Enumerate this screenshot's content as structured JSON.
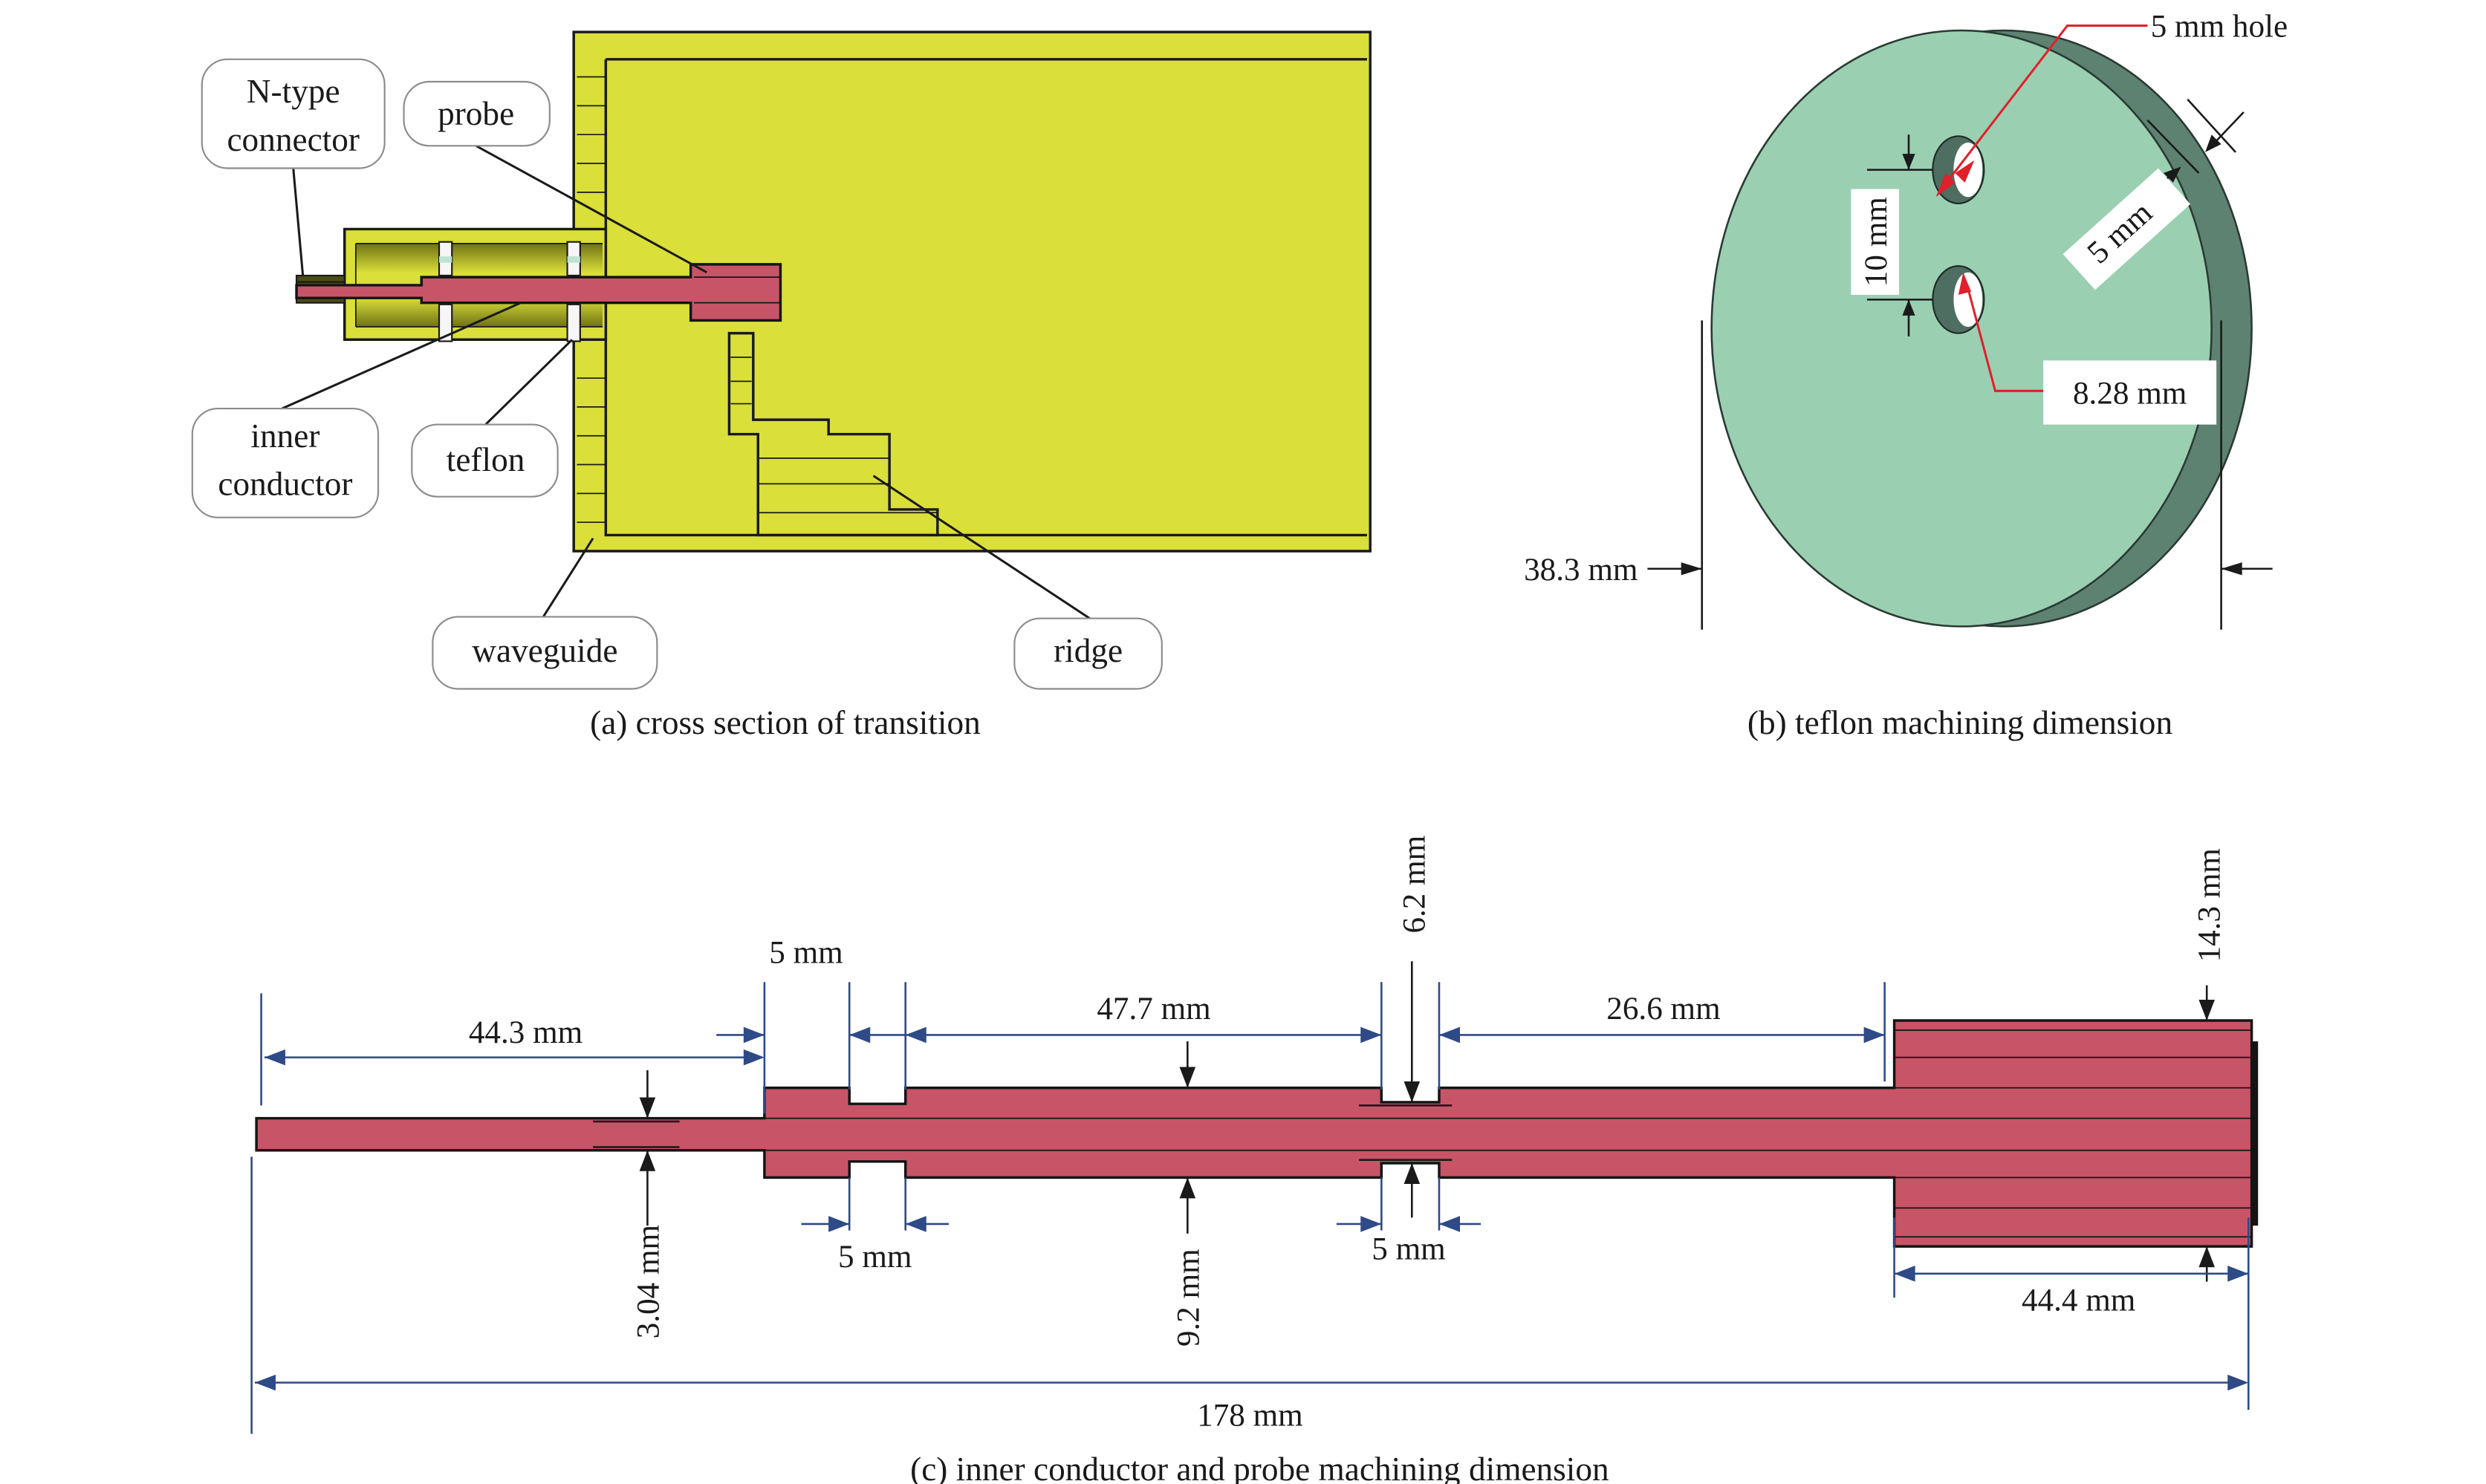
{
  "figure": {
    "panel_a": {
      "caption": "(a) cross section of transition",
      "callouts": {
        "n_type_line1": "N-type",
        "n_type_line2": "connector",
        "probe": "probe",
        "inner_line1": "inner",
        "inner_line2": "conductor",
        "teflon": "teflon",
        "waveguide": "waveguide",
        "ridge": "ridge"
      }
    },
    "panel_b": {
      "caption": "(b) teflon machining dimension",
      "dimensions": {
        "hole": "5 mm hole",
        "spacing": "10 mm",
        "thickness": "5 mm",
        "hole_offset": "8.28 mm",
        "diameter": "38.3 mm"
      }
    },
    "panel_c": {
      "caption": "(c) inner conductor and probe machining dimension",
      "dimensions": {
        "first_length": "44.3 mm",
        "groove1_top": "5 mm",
        "mid_length": "47.7 mm",
        "groove_depth": "6.2 mm",
        "probe_gap": "26.6 mm",
        "probe_diameter": "14.3 mm",
        "thin_diameter": "3.04 mm",
        "groove1_bottom": "5 mm",
        "main_diameter": "9.2 mm",
        "groove2_bottom": "5 mm",
        "probe_length": "44.4 mm",
        "total_length": "178 mm"
      }
    },
    "colors": {
      "waveguide": "#DADF3A",
      "conductor": "#C85467",
      "teflon": "#9BCFB1",
      "teflon_rim": "#5E8272",
      "dimension_line": "#2E4A87",
      "callout_red": "#E0202A"
    }
  }
}
